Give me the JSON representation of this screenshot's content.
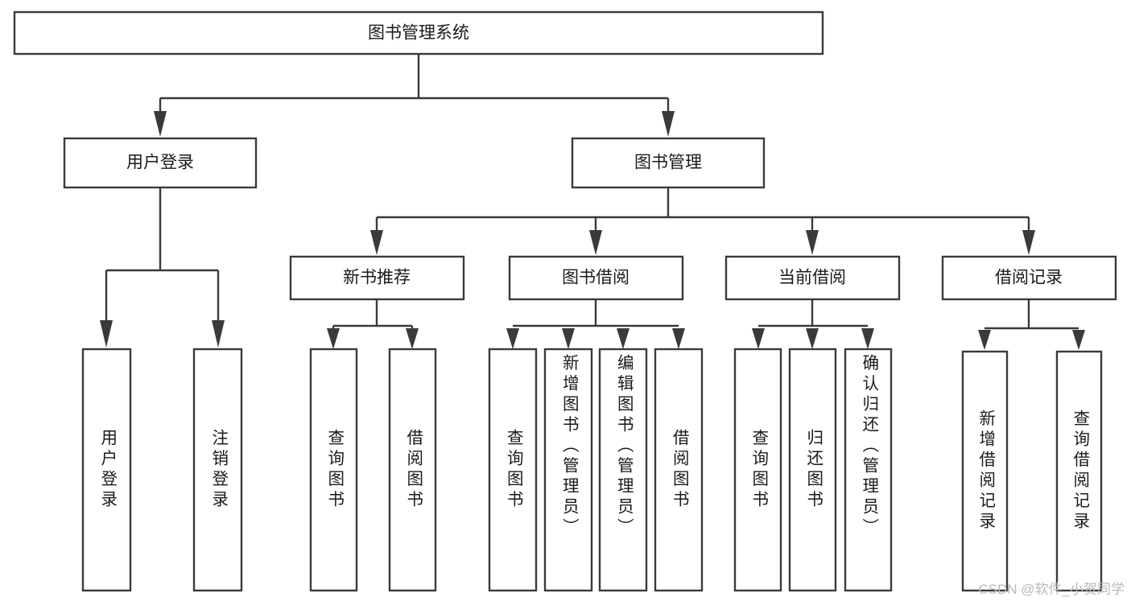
{
  "diagram": {
    "title": "图书管理系统",
    "type": "tree-hierarchy-chart",
    "watermark": "CSDN @软件_小贺同学",
    "colors": {
      "stroke": "#3a3a3a",
      "box_fill": "#ffffff",
      "text": "#1a1a1a",
      "background": "#ffffff",
      "watermark": "#b9b9b9"
    },
    "nodes": {
      "root": {
        "label": "图书管理系统",
        "level": 1,
        "orientation": "horizontal"
      },
      "l2": [
        {
          "id": "user-login",
          "label": "用户登录",
          "level": 2,
          "orientation": "horizontal"
        },
        {
          "id": "book-manage",
          "label": "图书管理",
          "level": 2,
          "orientation": "horizontal"
        }
      ],
      "l3": [
        {
          "id": "new-book-rec",
          "label": "新书推荐",
          "level": 3,
          "orientation": "horizontal"
        },
        {
          "id": "book-borrow",
          "label": "图书借阅",
          "level": 3,
          "orientation": "horizontal"
        },
        {
          "id": "current-borrow",
          "label": "当前借阅",
          "level": 3,
          "orientation": "horizontal"
        },
        {
          "id": "borrow-record",
          "label": "借阅记录",
          "level": 3,
          "orientation": "horizontal"
        }
      ],
      "leaves": {
        "user_login": [
          {
            "id": "leaf-user-login",
            "label": "用户登录",
            "orientation": "vertical"
          },
          {
            "id": "leaf-user-logout",
            "label": "注销登录",
            "orientation": "vertical"
          }
        ],
        "new_book_rec": [
          {
            "id": "leaf-query-book-1",
            "label": "查询图书",
            "orientation": "vertical"
          },
          {
            "id": "leaf-borrow-book-1",
            "label": "借阅图书",
            "orientation": "vertical"
          }
        ],
        "book_borrow": [
          {
            "id": "leaf-query-book-2",
            "label": "查询图书",
            "orientation": "vertical"
          },
          {
            "id": "leaf-add-book",
            "label": "新增图书（管理员）",
            "orientation": "vertical"
          },
          {
            "id": "leaf-edit-book",
            "label": "编辑图书（管理员）",
            "orientation": "vertical"
          },
          {
            "id": "leaf-borrow-book-2",
            "label": "借阅图书",
            "orientation": "vertical"
          }
        ],
        "current_borrow": [
          {
            "id": "leaf-query-book-3",
            "label": "查询图书",
            "orientation": "vertical"
          },
          {
            "id": "leaf-return-book",
            "label": "归还图书",
            "orientation": "vertical"
          },
          {
            "id": "leaf-confirm-return",
            "label": "确认归还（管理员）",
            "orientation": "vertical"
          }
        ],
        "borrow_record": [
          {
            "id": "leaf-add-record",
            "label": "新增借阅记录",
            "orientation": "vertical"
          },
          {
            "id": "leaf-query-record",
            "label": "查询借阅记录",
            "orientation": "vertical"
          }
        ]
      }
    }
  }
}
